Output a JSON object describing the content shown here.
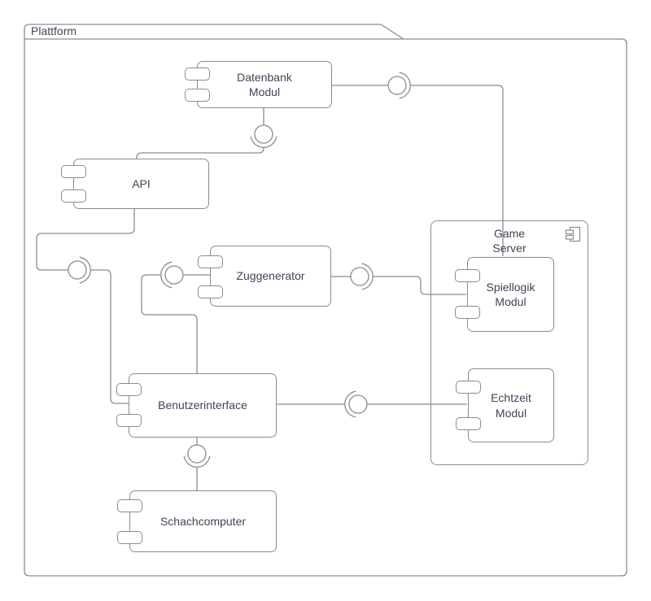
{
  "package": {
    "label": "Plattform"
  },
  "components": {
    "datenbank": {
      "label": "Datenbank\nModul"
    },
    "api": {
      "label": "API"
    },
    "zuggenerator": {
      "label": "Zuggenerator"
    },
    "benutzerinterface": {
      "label": "Benutzerinterface"
    },
    "schachcomputer": {
      "label": "Schachcomputer"
    },
    "game_server": {
      "label": "Game\nServer"
    },
    "spiellogik": {
      "label": "Spiellogik\nModul"
    },
    "echtzeit": {
      "label": "Echtzeit\nModul"
    }
  },
  "connections": [
    {
      "from": "Datenbank Modul",
      "to": "Spiellogik Modul",
      "type": "ball-and-socket"
    },
    {
      "from": "Datenbank Modul",
      "to": "API",
      "type": "ball-and-socket"
    },
    {
      "from": "API",
      "to": "Benutzerinterface",
      "type": "ball-and-socket"
    },
    {
      "from": "Zuggenerator",
      "to": "Benutzerinterface",
      "type": "ball-and-socket"
    },
    {
      "from": "Zuggenerator",
      "to": "Spiellogik Modul",
      "type": "ball-and-socket"
    },
    {
      "from": "Echtzeit Modul",
      "to": "Benutzerinterface",
      "type": "ball-and-socket"
    },
    {
      "from": "Benutzerinterface",
      "to": "Schachcomputer",
      "type": "ball-and-socket"
    }
  ],
  "colors": {
    "stroke": "#868c96",
    "text": "#3d4554",
    "background": "#ffffff",
    "component_fill": "#ffffff"
  },
  "icons": {
    "game_server_badge": "uml-component-icon"
  }
}
